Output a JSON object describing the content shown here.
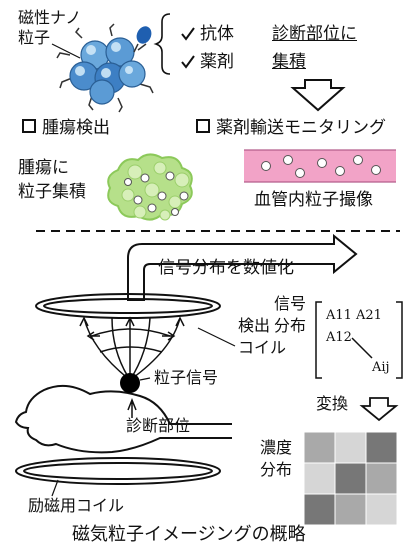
{
  "top": {
    "particle_label": [
      "磁性ナノ",
      "粒子"
    ],
    "checks": [
      "抗体",
      "薬剤"
    ],
    "target_label": [
      "診断部位に",
      "集積"
    ]
  },
  "sections": [
    {
      "title": "腫瘍検出",
      "caption": [
        "腫瘍に",
        "粒子集積"
      ]
    },
    {
      "title": "薬剤輸送モニタリング",
      "caption": [
        "血管内粒子撮像"
      ]
    }
  ],
  "mpi": {
    "quantify_label": "信号分布を数値化",
    "detect_coil": [
      "検出",
      "コイル"
    ],
    "particle_signal": "粒子信号",
    "diagnosis_site": "診断部位",
    "excitation_coil": "励磁用コイル",
    "signal_dist": [
      "信号",
      "分布"
    ],
    "matrix": [
      "A11",
      "A21",
      "A12",
      "Aij"
    ],
    "transform": "変換",
    "conc_dist": [
      "濃度",
      "分布"
    ]
  },
  "caption": "磁気粒子イメージングの概略",
  "colors": {
    "particle_blue": "#3d7fc4",
    "particle_light": "#8fc4e8",
    "antibody_blue": "#1f5fb0",
    "tumor_green": "#b6e08a",
    "tumor_edge": "#8cc95a",
    "vessel_pink": "#f2a3c7",
    "head_fill": "#ffffff",
    "grid_dark": "#777777",
    "grid_mid": "#a9a9a9",
    "grid_light": "#d6d6d6"
  },
  "icons": [
    "check-icon",
    "down-arrow-icon",
    "square-bullet-icon",
    "hollow-arrow-icon"
  ]
}
